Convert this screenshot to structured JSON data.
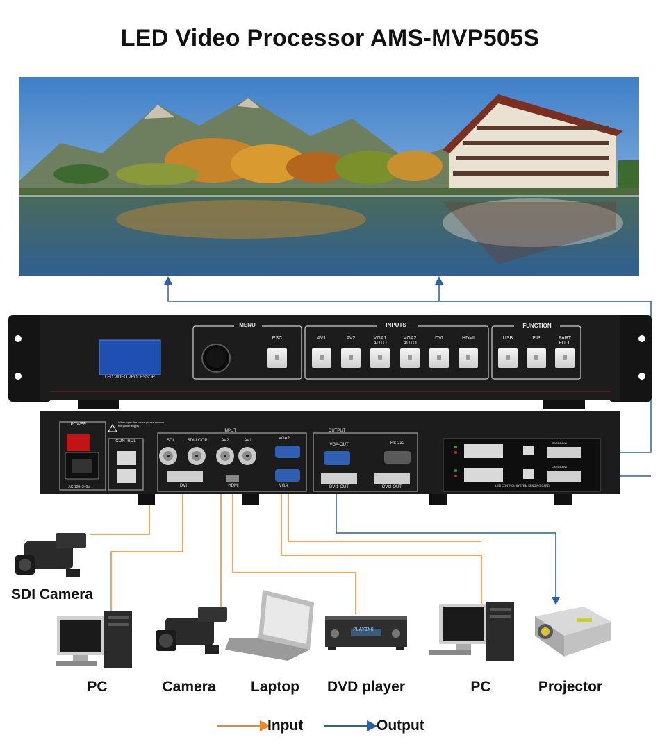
{
  "title": "LED Video Processor AMS-MVP505S",
  "front_panel": {
    "screen_label": "LED VIDEO PROCESSOR",
    "groups": {
      "menu": "MENU",
      "inputs": "INPUTS",
      "function": "FUNCTION"
    },
    "buttons": [
      {
        "label": "ESC"
      },
      {
        "label": "AV1"
      },
      {
        "label": "AV2"
      },
      {
        "label": "VGA1\nAUTO"
      },
      {
        "label": "VGA2\nAUTO"
      },
      {
        "label": "DVI"
      },
      {
        "label": "HDMI"
      },
      {
        "label": "USB"
      },
      {
        "label": "PIP"
      },
      {
        "label": "PART\nFULL"
      }
    ]
  },
  "rear_panel": {
    "power": "POWER",
    "power_rating": "AC 100~240V",
    "warning": "When open the cover, please remove the power supply !",
    "control": "CONTROL",
    "input": "INPUT",
    "input_ports": [
      "SDI",
      "SDI-LOOP",
      "AV2",
      "AV1",
      "VGA2"
    ],
    "dvi": "DVI",
    "hdmi": "HDMI",
    "vga": "VGA",
    "output": "OUTPUT",
    "vga_out": "VGA-OUT",
    "rs232": "RS-232",
    "dvi1_out": "DVI1-OUT",
    "dvi2_out": "DVI2-OUT",
    "card2": "CARD2-DVI",
    "card1": "CARD1-DVI",
    "card_label": "LED CONTROL SYSTEM SENDING CARD"
  },
  "devices": [
    {
      "label": "SDI Camera"
    },
    {
      "label": "PC"
    },
    {
      "label": "Camera"
    },
    {
      "label": "Laptop"
    },
    {
      "label": "DVD player"
    },
    {
      "label": "PC"
    },
    {
      "label": "Projector"
    }
  ],
  "dvd_display": "PLAYING",
  "legend": {
    "input": "Input",
    "output": "Output"
  },
  "colors": {
    "input_line": "#e8892f",
    "output_line": "#2b5fa6",
    "chassis": "#1c1c1c"
  }
}
